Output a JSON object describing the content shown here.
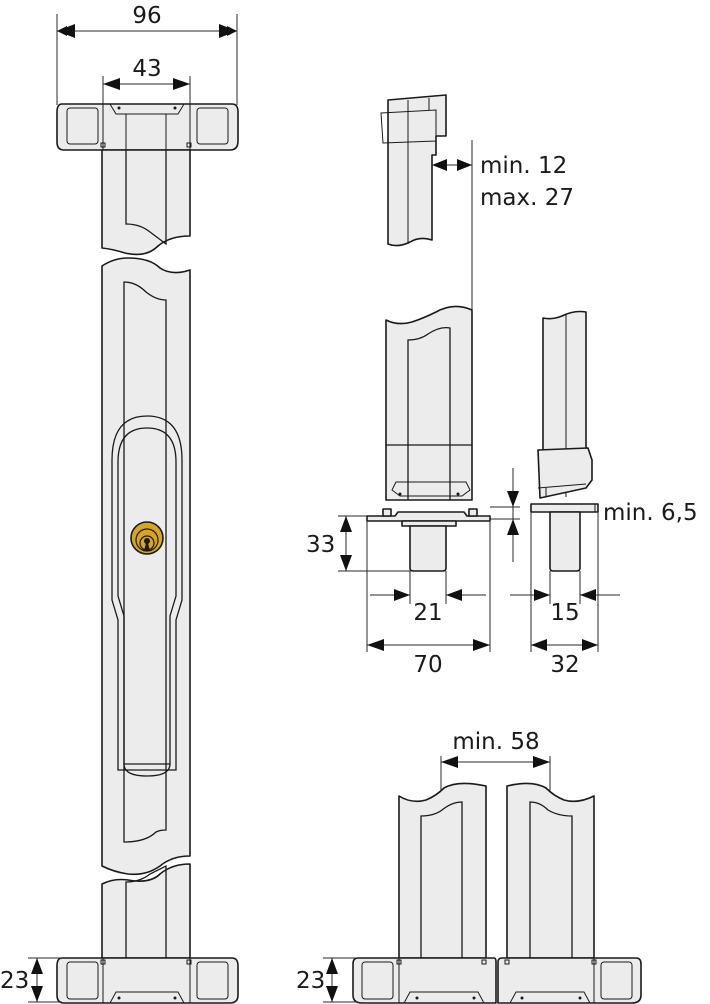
{
  "figure": {
    "type": "technical dimension drawing",
    "subject": "window lock bar with key cylinder, top and bottom brackets, and strike plate details",
    "colors": {
      "part_fill": "#ececec",
      "outline": "#1a1a1a",
      "cylinder_brass": "#d9a520",
      "background": "#ffffff"
    }
  },
  "dimensions": {
    "overall_width": "96",
    "center_width": "43",
    "frame_gap": "min. 12",
    "frame_gap_max": "max. 27",
    "strike_height": "33",
    "strike_clearance": "min. 6,5",
    "strike_inner_width": "21",
    "strike_outer_width": "70",
    "side_inner_width": "15",
    "side_outer_width": "32",
    "min_distance": "min. 58",
    "bracket_height_left": "23",
    "bracket_height_right": "23"
  },
  "components": {
    "main_bar": "lock-bar",
    "cylinder": "key-cylinder",
    "top_bracket": "top-bracket",
    "bottom_bracket": "bottom-bracket",
    "strike_front": "strike-plate-front",
    "strike_side": "strike-plate-side",
    "double_bracket": "double-bottom-bracket"
  }
}
